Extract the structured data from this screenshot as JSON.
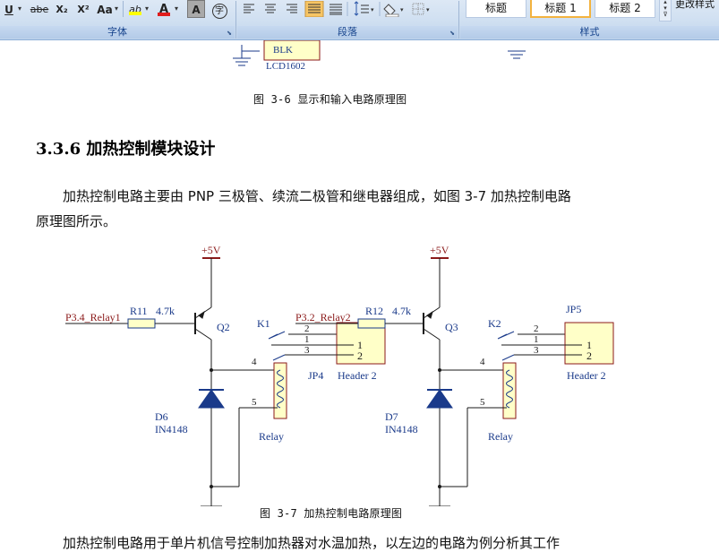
{
  "ribbon": {
    "font_group": {
      "caption": "字体",
      "buttons": {
        "underline": "U",
        "strikethrough": "abe",
        "subscript": "X₂",
        "superscript": "X²",
        "change_case": "Aa",
        "highlight": "ab",
        "font_color": "A",
        "char_shading": "A",
        "enclose": "字"
      },
      "highlight_color": "#ffff00",
      "font_color_value": "#e01c1c"
    },
    "paragraph_group": {
      "caption": "段落"
    },
    "styles_group": {
      "caption": "样式",
      "styles": [
        "标题",
        "标题 1",
        "标题 2"
      ],
      "selected_style": "标题 1",
      "more_styles": "更改样式"
    }
  },
  "document": {
    "lcd_label_blk": "BLK",
    "lcd_label_part": "LCD1602",
    "figure1_caption": "图 3-6 显示和输入电路原理图",
    "heading": "3.3.6 加热控制模块设计",
    "paragraph1_line1": "加热控制电路主要由 PNP 三极管、续流二极管和继电器组成，如图 3-7 加热控制电路",
    "paragraph1_line2": "原理图所示。",
    "figure2_caption": "图 3-7 加热控制电路原理图",
    "paragraph2_line1": "加热控制电路用于单片机信号控制加热器对水温加热，以左边的电路为例分析其工作"
  },
  "schematic": {
    "left": {
      "supply": "+5V",
      "net_in": "P3.4_Relay1",
      "resistor": "R11",
      "resistor_value": "4.7k",
      "transistor": "Q2",
      "relay_ref": "K1",
      "relay_label": "Relay",
      "relay_pins": [
        "2",
        "1",
        "3",
        "4",
        "5"
      ],
      "diode": "D6",
      "diode_part": "IN4148",
      "header_ref": "JP4",
      "header_label": "Header 2",
      "header_pins": [
        "1",
        "2"
      ]
    },
    "right": {
      "supply": "+5V",
      "net_in": "P3.2_Relay2",
      "resistor": "R12",
      "resistor_value": "4.7k",
      "transistor": "Q3",
      "relay_ref": "K2",
      "relay_label": "Relay",
      "relay_pins": [
        "2",
        "1",
        "3",
        "4",
        "5"
      ],
      "diode": "D7",
      "diode_part": "IN4148",
      "header_ref": "JP5",
      "header_label": "Header 2",
      "header_pins": [
        "1",
        "2"
      ]
    },
    "colors": {
      "wire": "#1a1a1a",
      "supply_wire": "#8b1a1a",
      "label": "#1a3a8a",
      "net_label": "#8b1a1a",
      "component_fill": "#ffffc8",
      "diode_fill": "#1a3a8a",
      "coil": "#1a3a8a"
    }
  }
}
